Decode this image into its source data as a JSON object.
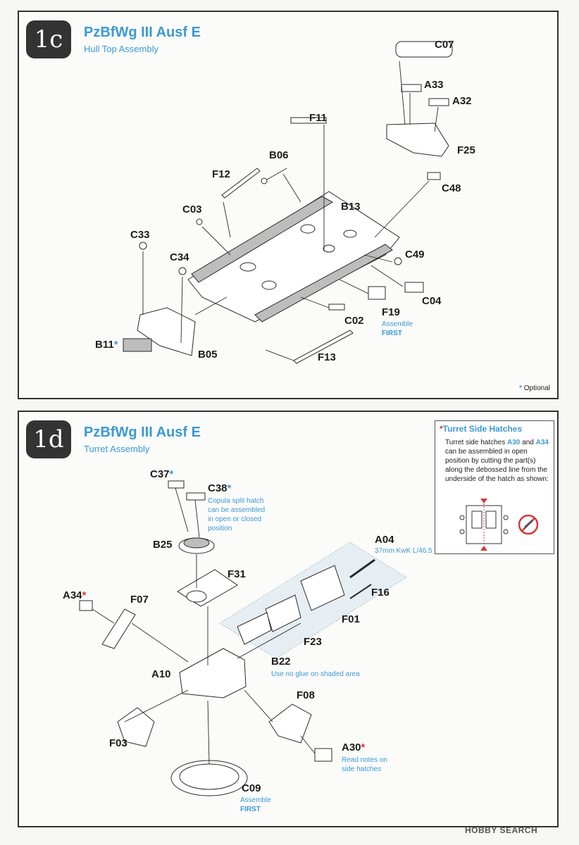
{
  "step_1c": {
    "number": "1c",
    "title": "PzBfWg III Ausf E",
    "subtitle": "Hull Top Assembly",
    "parts": {
      "c07": "C07",
      "a33": "A33",
      "a32": "A32",
      "f25": "F25",
      "f11": "F11",
      "b06": "B06",
      "f12": "F12",
      "c48": "C48",
      "c03": "C03",
      "b13": "B13",
      "c33": "C33",
      "c34": "C34",
      "c49": "C49",
      "c04": "C04",
      "f19": "F19",
      "c02": "C02",
      "b11": "B11",
      "b05": "B05",
      "f13": "F13"
    },
    "f19_note_line1": "Assemble",
    "f19_note_line2": "FIRST",
    "optional_star": "*",
    "optional_label": "Optional"
  },
  "step_1d": {
    "number": "1d",
    "title": "PzBfWg III Ausf E",
    "subtitle": "Turret Assembly",
    "parts": {
      "c37": "C37",
      "c38": "C38",
      "b25": "B25",
      "a04": "A04",
      "f31": "F31",
      "f16": "F16",
      "a34": "A34",
      "f07": "F07",
      "f01": "F01",
      "f23": "F23",
      "b22": "B22",
      "a10": "A10",
      "f08": "F08",
      "f03": "F03",
      "a30": "A30",
      "c09": "C09"
    },
    "c38_note": [
      "Copula split hatch",
      "can be assembled",
      "in open or closed",
      "position"
    ],
    "a04_note": "37mm KwK L/46.5",
    "b22_note": "Use no glue on shaded area",
    "a30_note": [
      "Read notes on",
      "side hatches"
    ],
    "c09_note_line1": "Assemble",
    "c09_note_line2": "FIRST",
    "side_hatches": {
      "title": "Turret Side Hatches",
      "text_1": "Turret side hatches ",
      "ref_1": "A30",
      "text_2": " and ",
      "ref_2": "A34",
      "text_3": " can be assembled in open position by cutting the part(s) along the debossed line from the underside of the hatch as shown:"
    }
  },
  "watermark": "HOBBY SEARCH",
  "colors": {
    "accent": "#3a9ad6",
    "warning": "#d23b3b",
    "badge": "#333333"
  }
}
